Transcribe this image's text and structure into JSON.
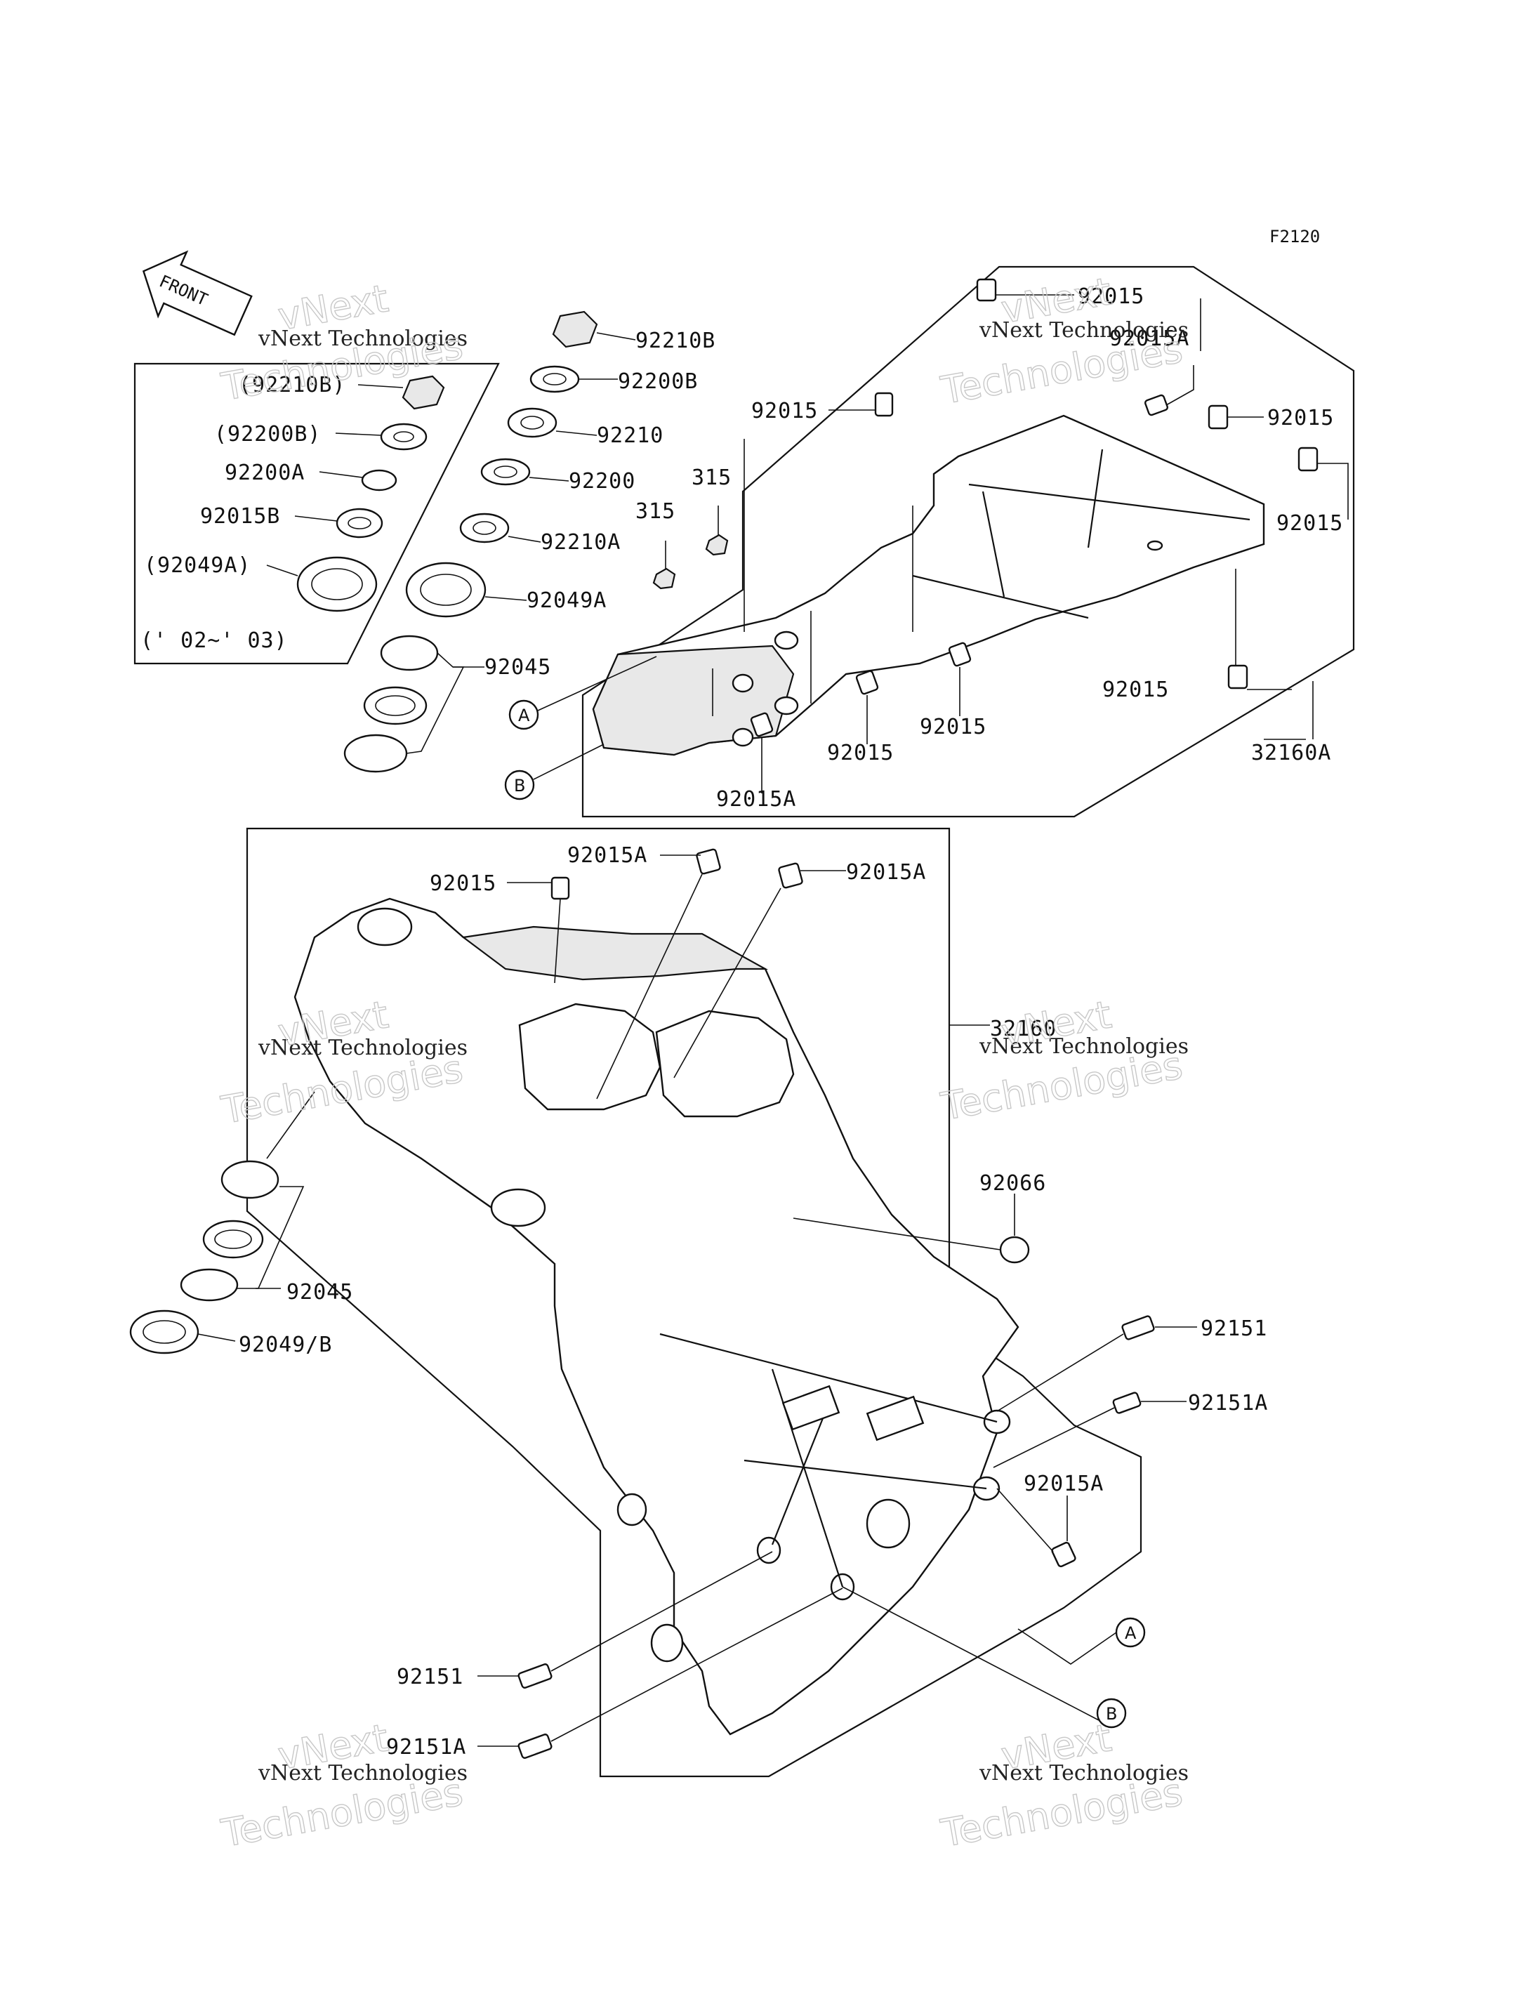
{
  "figure_code": "F2120",
  "front_label": "FRONT",
  "watermark": {
    "line1": "vNext Technologies",
    "line2": "Technologies",
    "line3": "vNext"
  },
  "callouts": {
    "c92210B": "92210B",
    "c92210B_paren": "(92210B)",
    "c92200B": "92200B",
    "c92200B_paren": "(92200B)",
    "c92210": "92210",
    "c92200A": "92200A",
    "c92200": "92200",
    "c92015B": "92015B",
    "c92210A": "92210A",
    "c92049A_paren": "(92049A)",
    "c92049A": "92049A",
    "year_range": "(' 02~' 03)",
    "c92045_top": "92045",
    "c315_a": "315",
    "c315_b": "315",
    "c92015_top": "92015",
    "c92015A_top": "92015A",
    "c92015_left": "92015",
    "c92015_right1": "92015",
    "c92015_right2": "92015",
    "c92015_bot1": "92015",
    "c92015_bot2": "92015",
    "c92015_bot3": "92015",
    "c92015A_sub": "92015A",
    "c32160A": "32160A",
    "c92015_main": "92015",
    "c92015A_main1": "92015A",
    "c92015A_main2": "92015A",
    "c32160": "32160",
    "c92066": "92066",
    "c92045_bot": "92045",
    "c92049B": "92049/B",
    "c92151_r": "92151",
    "c92151A_r": "92151A",
    "c92015A_r": "92015A",
    "c92151_l": "92151",
    "c92151A_l": "92151A",
    "ref_A": "A",
    "ref_B": "B"
  }
}
